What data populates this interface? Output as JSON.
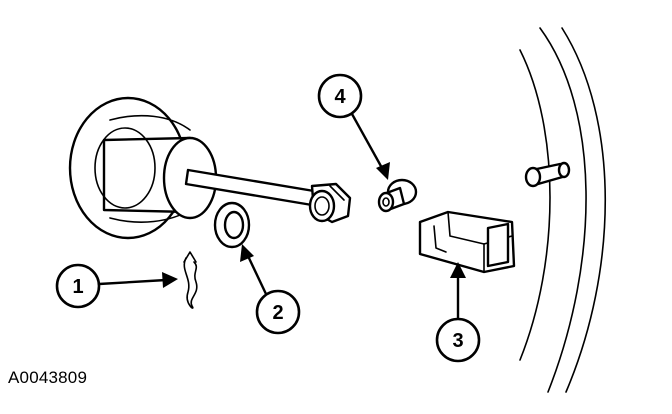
{
  "figure_id": "A0043809",
  "callouts": [
    {
      "number": "1",
      "part": "clip"
    },
    {
      "number": "2",
      "part": "washer"
    },
    {
      "number": "3",
      "part": "retainer"
    },
    {
      "number": "4",
      "part": "bushing"
    }
  ],
  "colors": {
    "ink": "#000000",
    "paper": "#ffffff"
  }
}
